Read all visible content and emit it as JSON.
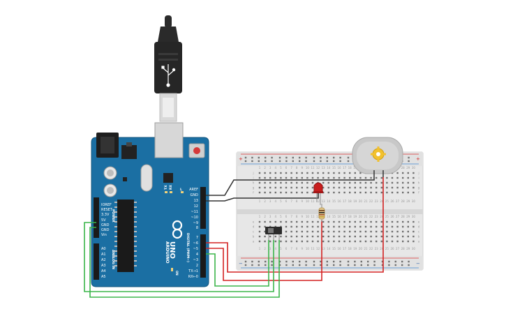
{
  "arduino": {
    "brand": "ARDUINO",
    "model": "UNO",
    "on_label": "ON",
    "tx_label": "TX",
    "rx_label": "RX",
    "l_label": "L",
    "power_label": "POWER",
    "analog_label": "ANALOG IN",
    "digital_label": "DIGITAL (PWM~)",
    "power_pins": [
      "IOREF",
      "RESET",
      "3.3V",
      "5V",
      "GND",
      "GND",
      "Vin"
    ],
    "analog_pins": [
      "A0",
      "A1",
      "A2",
      "A3",
      "A4",
      "A5"
    ],
    "digital_pins_top": [
      "AREF",
      "GND",
      "13",
      "12",
      "~11",
      "~10",
      "~9",
      "8"
    ],
    "digital_pins_bottom": [
      "7",
      "~6",
      "~5",
      "4",
      "~3",
      "2",
      "TX→1",
      "RX←0"
    ]
  },
  "breadboard": {
    "plus_sign": "+",
    "minus_sign": "−",
    "column_numbers": [
      "1",
      "2",
      "3",
      "4",
      "5",
      "6",
      "7",
      "8",
      "9",
      "10",
      "11",
      "12",
      "13",
      "14",
      "15",
      "16",
      "17",
      "18",
      "19",
      "20",
      "21",
      "22",
      "23",
      "24",
      "25",
      "26",
      "27",
      "28",
      "29",
      "30"
    ],
    "row_letters_top": [
      "j",
      "i",
      "h",
      "g",
      "f"
    ],
    "row_letters_bottom": [
      "e",
      "d",
      "c",
      "b",
      "a"
    ]
  },
  "colors": {
    "board": "#1b6fa3",
    "wire_red": "#d32222",
    "wire_green": "#3bb54a",
    "wire_black": "#333333",
    "led": "#c81e1e",
    "motor": "#c8c8c8",
    "motor_gear": "#f2c12e"
  },
  "components": [
    "usb-cable",
    "arduino-uno",
    "breadboard",
    "dc-motor",
    "red-led",
    "resistor",
    "slide-switch"
  ]
}
